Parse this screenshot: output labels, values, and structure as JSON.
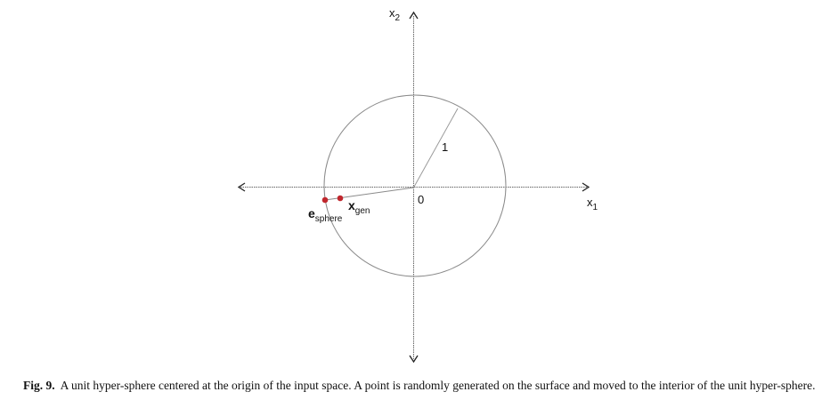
{
  "figure": {
    "x2_axis": {
      "base": "x",
      "sub": "2"
    },
    "x1_axis": {
      "base": "x",
      "sub": "1"
    },
    "radius_label": "1",
    "origin_label": "0",
    "e_sphere": {
      "base": "e",
      "sub": "sphere"
    },
    "x_gen": {
      "base": "x",
      "sub": "gen"
    },
    "point_color": "#c0272d",
    "axis_color": "#666666",
    "circle_color": "#8a8a8a"
  },
  "caption": {
    "label": "Fig. 9.",
    "text": "A unit hyper-sphere centered at the origin of the input space. A point is randomly generated on the surface and moved to the interior of the unit hyper-sphere."
  }
}
